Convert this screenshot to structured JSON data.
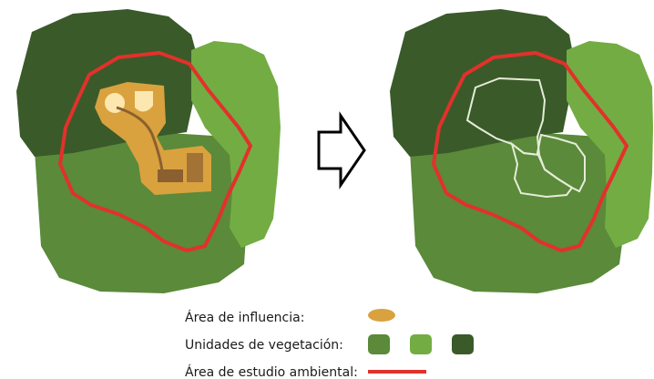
{
  "legend": {
    "influence_label": "Área de influencia:",
    "vegetation_label": "Unidades de vegetación:",
    "study_area_label": "Área de estudio ambiental:"
  },
  "colors": {
    "vegetation_dark": "#3a5a2a",
    "vegetation_medium": "#5a8a3a",
    "vegetation_light": "#73ac43",
    "influence_area": "#d9a23e",
    "influence_area_dark": "#8a6030",
    "facility_light": "#fce7b0",
    "study_area_outline": "#e2312b",
    "overlap_outline": "#e6ecd8",
    "arrow_stroke": "#000000"
  },
  "icons": {
    "transition": "right-arrow-icon"
  }
}
